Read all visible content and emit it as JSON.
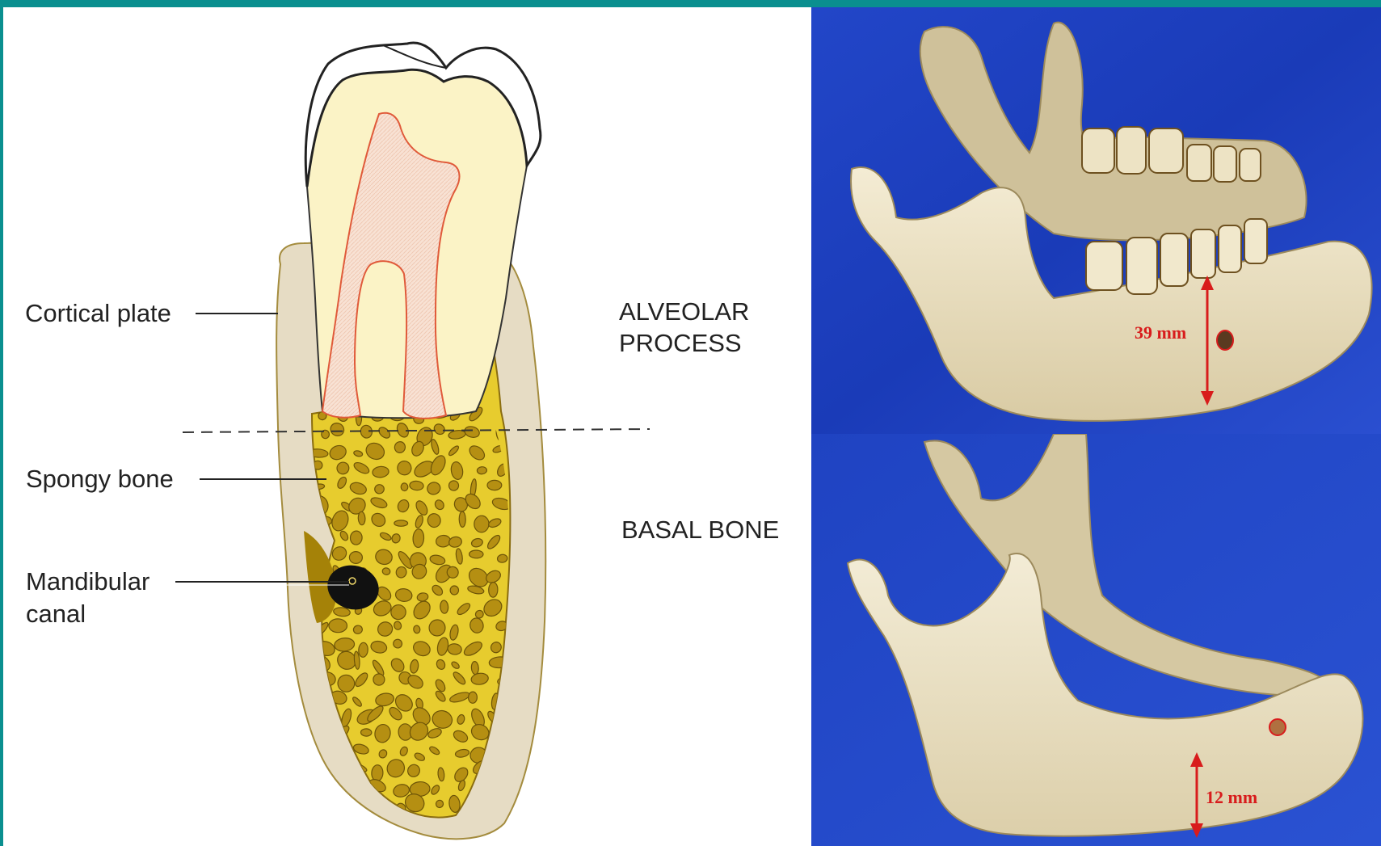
{
  "diagram": {
    "labels": {
      "cortical_plate": "Cortical plate",
      "spongy_bone": "Spongy bone",
      "mandibular_canal_line1": "Mandibular",
      "mandibular_canal_line2": "canal",
      "alveolar_line1": "ALVEOLAR",
      "alveolar_line2": "PROCESS",
      "basal_bone": "BASAL BONE"
    },
    "colors": {
      "frame": "#0a8f8f",
      "cortical": "#e6dcc4",
      "spongy": "#e7cc2e",
      "trabecula": "#b58f12",
      "pulp_outline": "#e05a3a",
      "backdrop_blue": "#1d3fc4"
    }
  },
  "photos": {
    "top": {
      "measurement": "39 mm",
      "arrow_color": "#d81c1c"
    },
    "bottom": {
      "measurement": "12 mm",
      "arrow_color": "#d81c1c"
    }
  }
}
